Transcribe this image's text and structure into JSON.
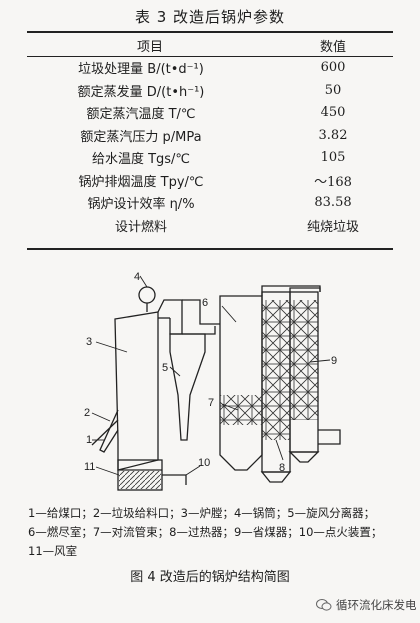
{
  "table": {
    "caption": "表 3   改造后锅炉参数",
    "header": {
      "item": "项目",
      "value": "数值"
    },
    "rows": [
      {
        "param": "垃圾处理量 B/(t•d⁻¹)",
        "value": "600"
      },
      {
        "param": "额定蒸发量 D/(t•h⁻¹)",
        "value": "50"
      },
      {
        "param": "额定蒸汽温度 T/℃",
        "value": "450"
      },
      {
        "param": "额定蒸汽压力 p/MPa",
        "value": "3.82"
      },
      {
        "param": "给水温度 Tgs/℃",
        "value": "105"
      },
      {
        "param": "锅炉排烟温度 Tpy/℃",
        "value": "～168"
      },
      {
        "param": "锅炉设计效率 η/%",
        "value": "83.58"
      },
      {
        "param": "设计燃料",
        "value": "纯烧垃圾"
      }
    ]
  },
  "figure": {
    "labels": [
      "1",
      "2",
      "3",
      "4",
      "5",
      "6",
      "7",
      "8",
      "9",
      "10",
      "11"
    ],
    "legend_lines": [
      "1—给煤口；2—垃圾给料口；3—炉膛；4—锅筒；5—旋风分离器；",
      "6—燃尽室；7—对流管束；8—过热器；9—省煤器；10—点火装置；",
      "11—风室"
    ],
    "caption": "图 4   改造后的锅炉结构简图"
  },
  "watermark": {
    "text": "循环流化床发电",
    "icon": "wechat-icon"
  }
}
